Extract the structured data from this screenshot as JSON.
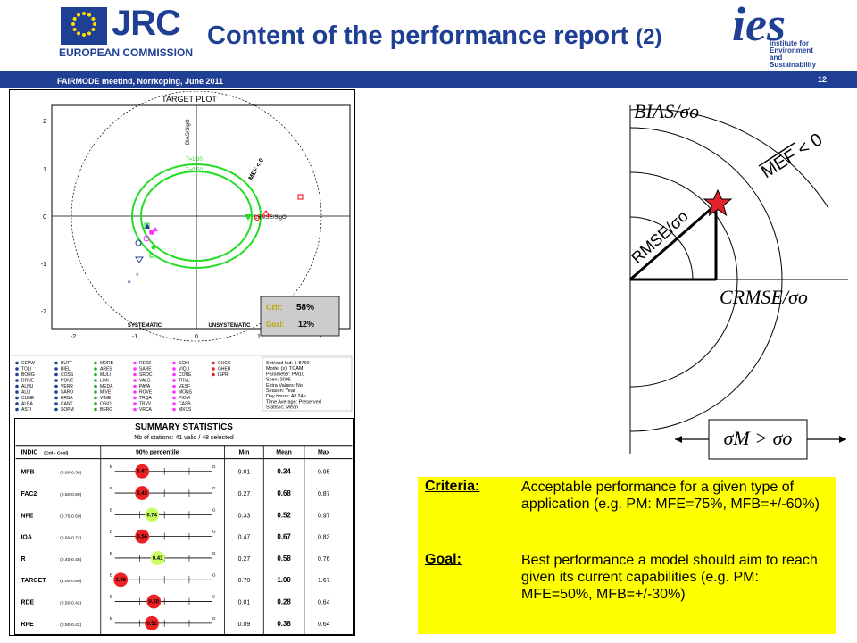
{
  "header": {
    "jrc": "JRC",
    "commission": "EUROPEAN COMMISSION",
    "title": "Content of the performance report",
    "title_num": "(2)",
    "ies_logo_text": "ies",
    "ies_lines": [
      "Institute for",
      "Environment",
      "and",
      "Sustainability"
    ],
    "event": "FAIRMODE meetind, Norrkoping, June 2011",
    "page": "12"
  },
  "colors": {
    "brand_blue": "#1f3f95",
    "criteria_bg": "#ffff00",
    "star": "#e5202e"
  },
  "target_plot": {
    "title": "TARGET PLOT",
    "y_label": "BIAS/SigO",
    "x_label": "CRMSE/SigO",
    "mef": "MEF < 0",
    "t1": "T=1.00",
    "t2": "T=0.50",
    "x_ticks": [
      "-2",
      "-1",
      "0",
      "1",
      "2"
    ],
    "y_ticks": [
      "2",
      "1",
      "0",
      "-1",
      "-2"
    ],
    "crit_label": "Crit:",
    "crit_value": "58%",
    "goal_label": "Goal:",
    "goal_value": "12%",
    "systematic": "SYSTEMATIC",
    "unsystematic": "UNSYSTEMATIC",
    "stations_col1": [
      "CEPW",
      "TOLI",
      "BORG",
      "DRUE",
      "ALNU",
      "ALLI",
      "CUNE",
      "ALBA",
      "ASTI"
    ],
    "stations_col2": [
      "BUTT",
      "BIEL",
      "COSS",
      "PONZ",
      "VERR",
      "SARO",
      "ERBA",
      "CANT",
      "SOPM"
    ],
    "stations_col3": [
      "MORB",
      "ARES",
      "MULI",
      "LIMI",
      "MEDA",
      "MIVE",
      "VIME",
      "OSIO",
      "BERG"
    ],
    "stations_col4": [
      "REZZ",
      "SARE",
      "SROC",
      "VALS",
      "PAVA",
      "ROVE",
      "TRQA",
      "TRVV",
      "VRCA"
    ],
    "stations_col5": [
      "SCHI",
      "VIQU",
      "CONE",
      "TRVL",
      "VESF",
      "MONS",
      "PIOM",
      "CASB",
      "MXXS"
    ],
    "stations_col6": [
      "CUCC",
      "GHER",
      "ISPR"
    ],
    "info_lines": [
      "Strt/end Ind: 1-8760",
      "Model (s): TCAM",
      "Parameter: PM10",
      "Scen: 2005",
      "Extra Values: No",
      "Season: Year",
      "Day hours: All 24h",
      "Time Average: Preserved",
      "Statistic: Mean"
    ]
  },
  "summary": {
    "title": "SUMMARY STATISTICS",
    "subtitle": "Nb of stations: 41 valid / 48 selected",
    "headers": {
      "indic": "INDIC",
      "crit_cool": "(Crit - Cool)",
      "pct": "90% percentile",
      "min": "Min",
      "mean": "Mean",
      "max": "Max"
    },
    "rows": [
      {
        "name": "MFB",
        "range": "(0.60-0.30)",
        "pct": "0.67",
        "pct_pos": 0.28,
        "ok": false,
        "min": "0.01",
        "mean": "0.34",
        "max": "0.95"
      },
      {
        "name": "FAC2",
        "range": "(0.50-0.60)",
        "pct": "0.43",
        "pct_pos": 0.28,
        "ok": false,
        "min": "0.27",
        "mean": "0.68",
        "max": "0.87"
      },
      {
        "name": "NFE",
        "range": "(0.75-0.50)",
        "pct": "0.74",
        "pct_pos": 0.38,
        "ok": true,
        "min": "0.33",
        "mean": "0.52",
        "max": "0.97"
      },
      {
        "name": "IOA",
        "range": "(0.60-0.72)",
        "pct": "0.56",
        "pct_pos": 0.28,
        "ok": false,
        "min": "0.47",
        "mean": "0.67",
        "max": "0.83"
      },
      {
        "name": "R",
        "range": "(0.40-0.48)",
        "pct": "0.43",
        "pct_pos": 0.44,
        "ok": true,
        "min": "0.27",
        "mean": "0.58",
        "max": "0.76"
      },
      {
        "name": "TARGET",
        "range": "(1.00-0.80)",
        "pct": "1.26",
        "pct_pos": 0.06,
        "ok": false,
        "min": "0.70",
        "mean": "1.00",
        "max": "1.67"
      },
      {
        "name": "RDE",
        "range": "(0.50-0.42)",
        "pct": "0.50",
        "pct_pos": 0.4,
        "ok": false,
        "min": "0.01",
        "mean": "0.28",
        "max": "0.64"
      },
      {
        "name": "RPE",
        "range": "(0.50-0.42)",
        "pct": "0.52",
        "pct_pos": 0.38,
        "ok": false,
        "min": "0.09",
        "mean": "0.38",
        "max": "0.64"
      }
    ]
  },
  "diagram": {
    "bias_label": "BIAS/σo",
    "crmse_label": "CRMSE/σo",
    "rmse_label": "RMSE/σo",
    "mef_label": "MEF < 0",
    "sigma_label": "σM > σo"
  },
  "criteria": {
    "criteria_label": "Criteria:",
    "criteria_text": "Acceptable performance for a given type of application (e.g. PM: MFE=75%, MFB=+/-60%)",
    "goal_label": "Goal:",
    "goal_text": "Best performance a model should aim to reach given its current capabilities (e.g. PM: MFE=50%, MFB=+/-30%)"
  }
}
